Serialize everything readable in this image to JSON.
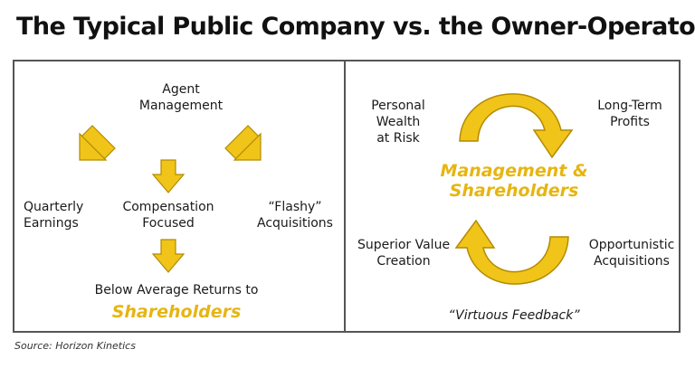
{
  "title": "The Typical Public Company vs. the Owner-Operator",
  "left": {
    "agent": "Agent\nManagement",
    "quarterly": "Quarterly\nEarnings",
    "compensation": "Compensation\nFocused",
    "flashy": "“Flashy”\nAcquisitions",
    "below": "Below Average Returns to",
    "shareholders": "Shareholders"
  },
  "right": {
    "personal": "Personal Wealth\nat Risk",
    "longterm": "Long-Term\nProfits",
    "center": "Management &\nShareholders",
    "superior": "Superior Value\nCreation",
    "opportunistic": "Opportunistic\nAcquisitions",
    "virtuous": "“Virtuous Feedback”"
  },
  "source": "Source: Horizon Kinetics",
  "colors": {
    "arrow_gold": "#f0c419",
    "arrow_outline": "#b38a00",
    "accent_text": "#e6b512",
    "border": "#555555"
  }
}
